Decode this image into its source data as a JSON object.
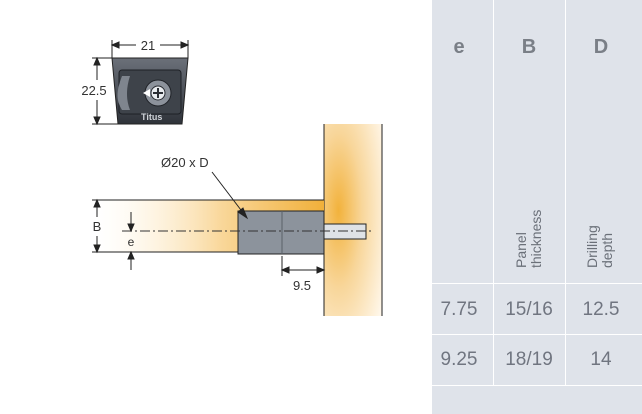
{
  "drawing": {
    "dim_width": "21",
    "dim_height": "22.5",
    "brand": "Titus",
    "bore_label": "Ø20 x D",
    "label_b": "B",
    "label_e": "e",
    "dim_offset": "9.5",
    "colors": {
      "panel": "#f4b73a",
      "housing": "#4a4f57",
      "metal": "#9aa3ad"
    }
  },
  "table": {
    "headers": [
      "e",
      "B",
      "D"
    ],
    "subheaders": [
      {
        "line1": "Panel",
        "line2": "thickness"
      },
      {
        "line1": "Drilling",
        "line2": "depth"
      }
    ],
    "rows": [
      [
        "7.75",
        "15/16",
        "12.5"
      ],
      [
        "9.25",
        "18/19",
        "14"
      ]
    ]
  }
}
